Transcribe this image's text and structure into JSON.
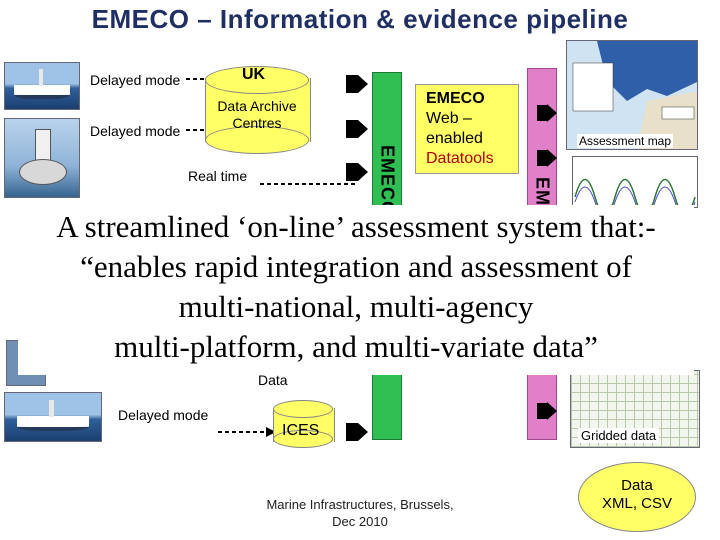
{
  "title": "EMECO – Information & evidence pipeline",
  "sources": {
    "delayed_mode_1": "Delayed mode",
    "delayed_mode_2": "Delayed mode",
    "real_time": "Real time",
    "delayed_mode_3": "Delayed mode"
  },
  "nodes": {
    "uk": "UK",
    "data_archive_centres": "Data Archive Centres",
    "ices": "ICES",
    "data_partial": "Data"
  },
  "bars": {
    "emeco_db_partial": "EMECO",
    "emeco_web_partial": "EM"
  },
  "web_tools": {
    "line1": "EMECO",
    "line2": "Web –",
    "line3": "enabled",
    "line4": "Datatools"
  },
  "outputs": {
    "assessment_map": "Assessment map",
    "gridded_data": "Gridded data",
    "data_formats_line1": "Data",
    "data_formats_line2": "XML, CSV"
  },
  "overlay": {
    "line1": "A streamlined ‘on-line’ assessment system that:-",
    "line2": "“enables rapid integration and assessment of",
    "line3": "multi-national, multi-agency",
    "line4": "multi-platform, and multi-variate data”"
  },
  "footer": {
    "line1": "Marine Infrastructures, Brussels,",
    "line2": "Dec 2010"
  },
  "colors": {
    "title": "#1f2f63",
    "yellow": "#ffff66",
    "emeco_bar": "#2fbf52",
    "web_bar": "#e080c8",
    "web_tools_text": "#b00000"
  }
}
